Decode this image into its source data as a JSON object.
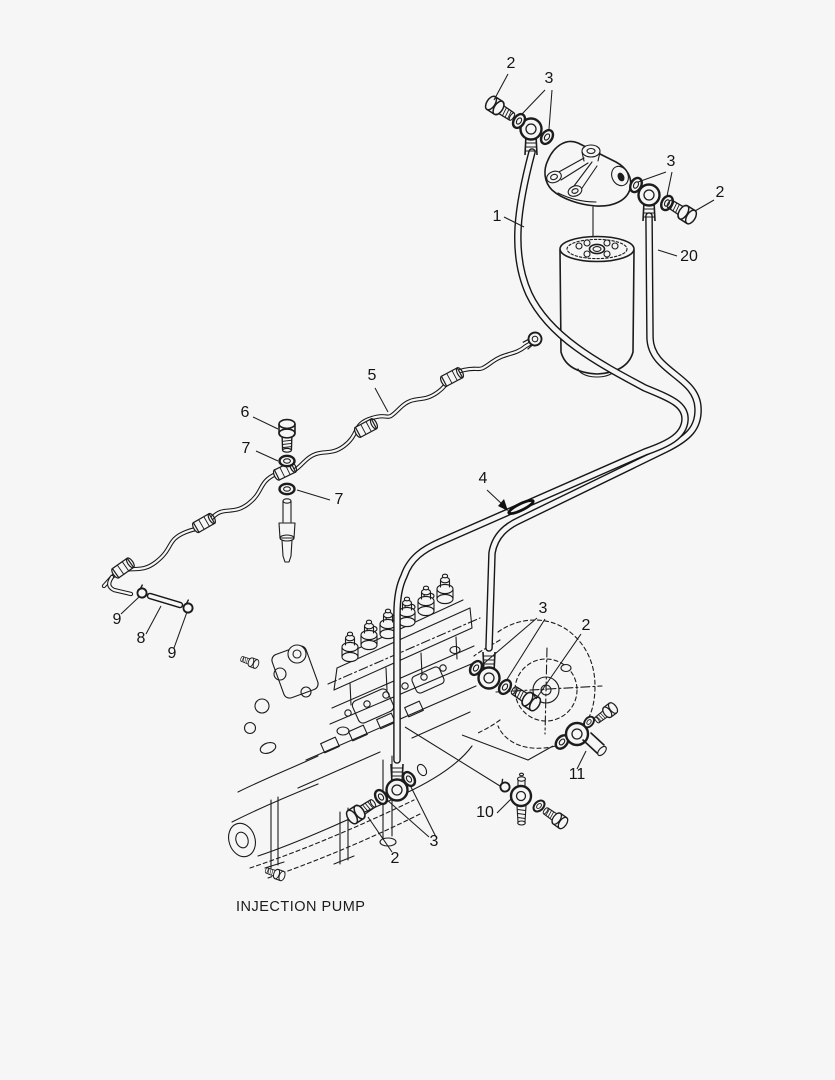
{
  "figure": {
    "caption": "INJECTION PUMP",
    "type": "exploded-parts-diagram",
    "subject": "fuel filter and fuel lines on injection pump",
    "colors": {
      "background": "#f6f6f6",
      "line": "#1c1c1c",
      "text": "#141414"
    }
  },
  "diagram": {
    "callouts": [
      {
        "label": "2",
        "name": "banjo-bolt-filter-inlet"
      },
      {
        "label": "3",
        "name": "washers-filter-inlet"
      },
      {
        "label": "1",
        "name": "supply-hose"
      },
      {
        "label": "3",
        "name": "washers-filter-outlet"
      },
      {
        "label": "2",
        "name": "banjo-bolt-filter-outlet"
      },
      {
        "label": "20",
        "name": "return-hose"
      },
      {
        "label": "5",
        "name": "leak-off-pipe"
      },
      {
        "label": "6",
        "name": "joint-bolt"
      },
      {
        "label": "7",
        "name": "washer-upper"
      },
      {
        "label": "7",
        "name": "washer-lower"
      },
      {
        "label": "4",
        "name": "hose-clamp"
      },
      {
        "label": "9",
        "name": "clip-left"
      },
      {
        "label": "8",
        "name": "connector-hose"
      },
      {
        "label": "9",
        "name": "clip-right"
      },
      {
        "label": "3",
        "name": "washers-pump-upper-banjo"
      },
      {
        "label": "2",
        "name": "bolt-pump-upper-banjo"
      },
      {
        "label": "11",
        "name": "elbow-fitting"
      },
      {
        "label": "10",
        "name": "banjo-fitting"
      },
      {
        "label": "3",
        "name": "washers-pump-lower-banjo"
      },
      {
        "label": "2",
        "name": "bolt-pump-lower-banjo"
      }
    ]
  }
}
